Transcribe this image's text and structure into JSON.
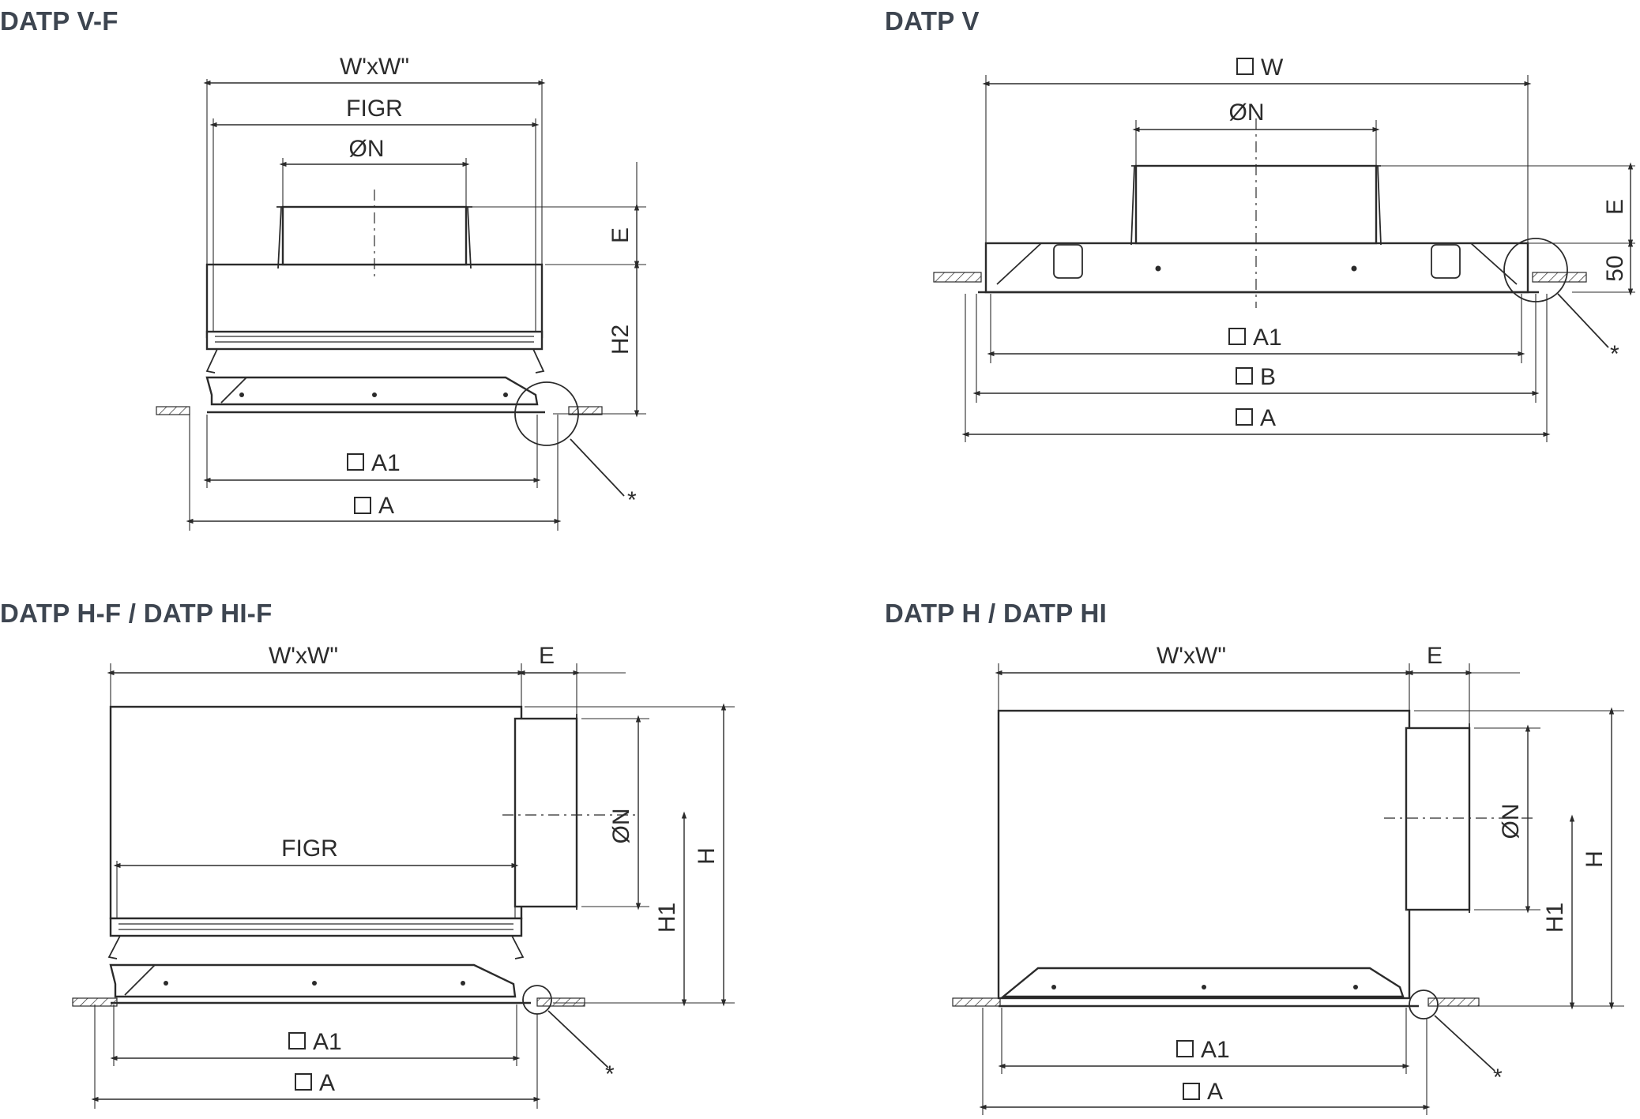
{
  "panels": {
    "v_f": {
      "title": "DATP V-F",
      "labels": {
        "ww": "W'xW\"",
        "figr": "FIGR",
        "dn": "ØN",
        "e": "E",
        "h2": "H2",
        "a1": "A1",
        "a": "A",
        "star": "*"
      }
    },
    "v": {
      "title": "DATP V",
      "labels": {
        "w": "W",
        "dn": "ØN",
        "e": "E",
        "fifty": "50",
        "a1": "A1",
        "b": "B",
        "a": "A",
        "star": "*"
      }
    },
    "h_f": {
      "title": "DATP H-F / DATP HI-F",
      "labels": {
        "ww": "W'xW\"",
        "e": "E",
        "figr": "FIGR",
        "dn": "ØN",
        "h1": "H1",
        "h": "H",
        "a1": "A1",
        "a": "A",
        "star": "*"
      }
    },
    "h": {
      "title": "DATP H / DATP HI",
      "labels": {
        "ww": "W'xW\"",
        "e": "E",
        "dn": "ØN",
        "h1": "H1",
        "h": "H",
        "a1": "A1",
        "a": "A",
        "star": "*"
      }
    }
  }
}
